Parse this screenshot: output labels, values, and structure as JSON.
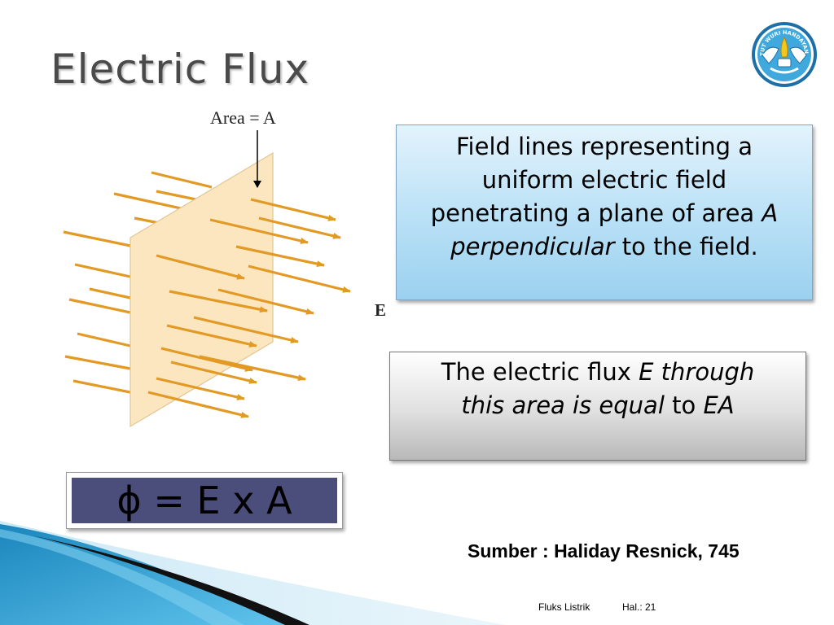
{
  "slide": {
    "title": "Electric Flux",
    "logo": {
      "icon": "tut-wuri-handayani-logo-icon",
      "text": "TUT WURI HANDAYANI"
    },
    "figure": {
      "area_label": "Area = A",
      "field_label": "E",
      "plane_color": "#fbe6bf",
      "arrow_color": "#e39a25"
    },
    "blue_box": {
      "line1": "Field lines representing a",
      "line2": "uniform electric field",
      "line3_pre": "penetrating a plane of area ",
      "line3_em": "A",
      "line4_em": "perpendicular",
      "line4_post": " to the field."
    },
    "gray_box": {
      "line1_pre": "The electric flux ",
      "line1_em": "E through",
      "line2_em": "this area is equal",
      "line2_mid": " to ",
      "line2_em2": "EA"
    },
    "formula": "ϕ = E x A",
    "source": "Sumber : Haliday Resnick, 745",
    "footer": {
      "chapter": "Fluks Listrik",
      "page": "Hal.: 21"
    },
    "colors": {
      "title": "#4a4a4a",
      "formula_bg": "#4b4d7b",
      "swoosh_blue": "#2a9fcf"
    }
  }
}
